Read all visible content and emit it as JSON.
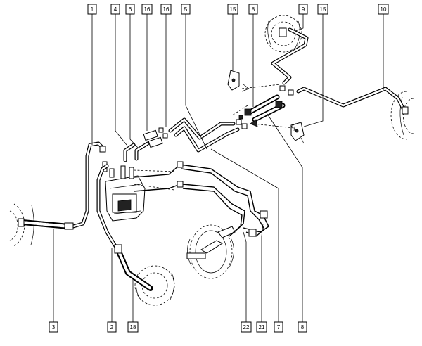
{
  "diagram": {
    "labels": [
      {
        "id": "1",
        "text": "1"
      },
      {
        "id": "4",
        "text": "4"
      },
      {
        "id": "6",
        "text": "6"
      },
      {
        "id": "16a",
        "text": "16"
      },
      {
        "id": "16b",
        "text": "16"
      },
      {
        "id": "5",
        "text": "5"
      },
      {
        "id": "15a",
        "text": "15"
      },
      {
        "id": "8a",
        "text": "8"
      },
      {
        "id": "9",
        "text": "9"
      },
      {
        "id": "15b",
        "text": "15"
      },
      {
        "id": "10",
        "text": "10"
      },
      {
        "id": "3",
        "text": "3"
      },
      {
        "id": "2",
        "text": "2"
      },
      {
        "id": "18",
        "text": "18"
      },
      {
        "id": "22",
        "text": "22"
      },
      {
        "id": "21",
        "text": "21"
      },
      {
        "id": "7",
        "text": "7"
      },
      {
        "id": "8b",
        "text": "8"
      }
    ]
  }
}
